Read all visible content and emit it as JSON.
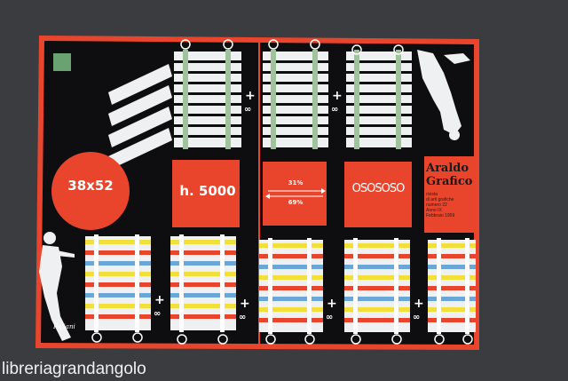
{
  "cover": {
    "size_label": "38x52",
    "height_label": "h. 5000",
    "percent_top": "31%",
    "percent_bottom": "69%",
    "logo_text": "OSOSOSO",
    "title_line1": "Araldo",
    "title_line2": "Grafico",
    "meta": [
      "rivista",
      "di arti grafiche",
      "numero 22",
      "Anno IX",
      "Febbraio 1959"
    ],
    "signature": "Fujiani"
  },
  "watermark": "libreriagrandangolo",
  "colors": {
    "background": "#3a3b3f",
    "cover_black": "#0e0e10",
    "cover_red": "#e8452c",
    "paper_white": "#eef0f2",
    "stripe_green": "#9fc39a",
    "stripe_blue": "#6aa6d6",
    "stripe_yellow": "#f2df3a"
  }
}
